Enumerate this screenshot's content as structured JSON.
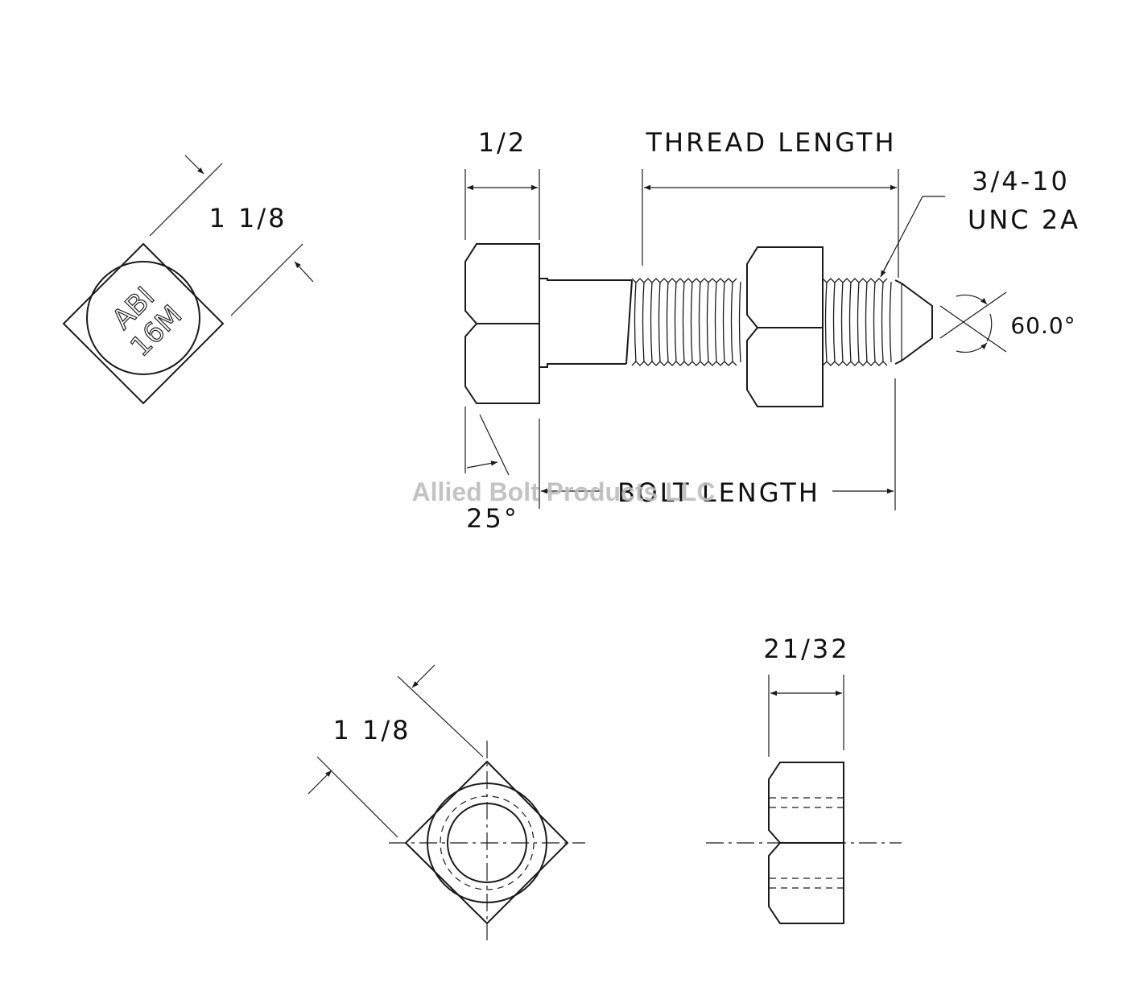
{
  "head_view": {
    "dimension": "1 1/8",
    "marking_line1": "ABI",
    "marking_line2": "16M"
  },
  "bolt_view": {
    "head_height_dim": "1/2",
    "thread_length_label": "THREAD LENGTH",
    "thread_spec_line1": "3/4-10",
    "thread_spec_line2": "UNC 2A",
    "point_angle": "60.0°",
    "chamfer_angle": "25°",
    "bolt_length_label": "BOLT LENGTH"
  },
  "nut_front_view": {
    "dimension": "1 1/8"
  },
  "nut_side_view": {
    "thickness_dim": "21/32"
  },
  "watermark": "Allied Bolt Products LLC"
}
